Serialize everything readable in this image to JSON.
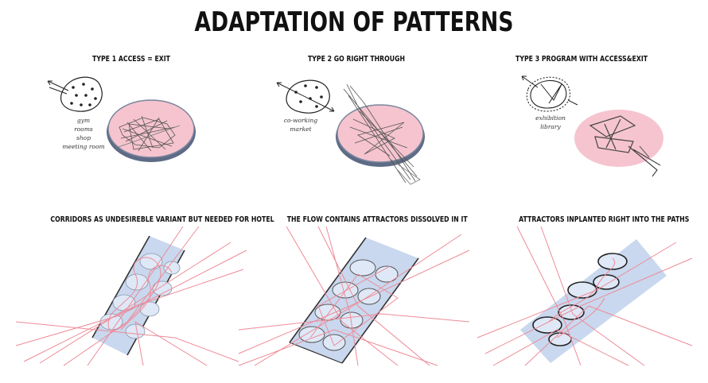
{
  "title": "ADAPTATION OF PATTERNS",
  "types": [
    {
      "caption": "TYPE 1 ACCESS = EXIT",
      "programs": [
        "gym",
        "rooms",
        "shop",
        "meeting room"
      ]
    },
    {
      "caption": "TYPE 2 GO RIGHT THROUGH",
      "programs": [
        "co-working",
        "market"
      ]
    },
    {
      "caption": "TYPE 3 PROGRAM WITH ACCESS&EXIT",
      "programs": [
        "exhibition",
        "library"
      ]
    }
  ],
  "variants": [
    {
      "caption": "CORRIDORS AS UNDESIREBLE VARIANT BUT NEEDED FOR HOTEL"
    },
    {
      "caption": "THE FLOW CONTAINS ATTRACTORS DISSOLVED IN IT"
    },
    {
      "caption": "ATTRACTORS INPLANTED RIGHT INTO THE PATHS"
    }
  ],
  "colors": {
    "disk": "#f5c4cf",
    "rim": "#6d7a93",
    "strip": "#c9d8ee",
    "flow": "#ee8b98",
    "ink": "#222222"
  }
}
